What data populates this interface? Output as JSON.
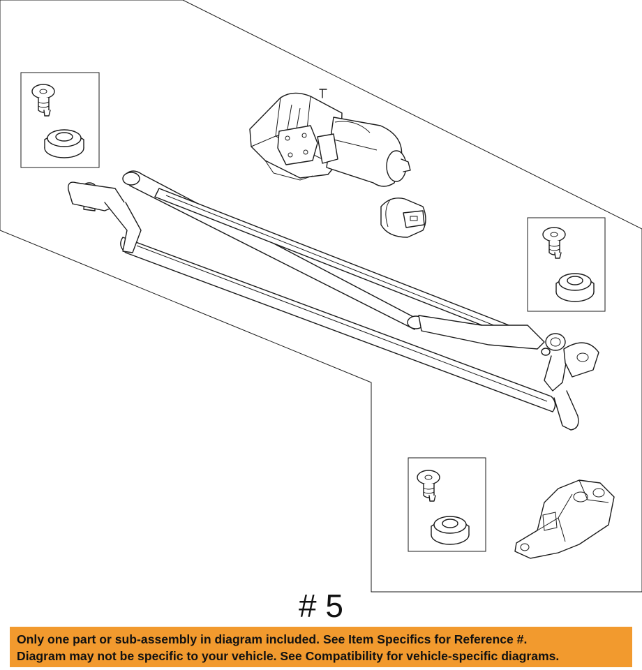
{
  "reference": "# 5",
  "notice": {
    "line1": "Only one part or sub-assembly in diagram included. See Item Specifics for Reference #.",
    "line2": "Diagram may not be specific to your vehicle. See Compatibility for vehicle-specific diagrams."
  },
  "colors": {
    "notice_background": "#f29a2e",
    "line_color": "#1a1a1a"
  }
}
